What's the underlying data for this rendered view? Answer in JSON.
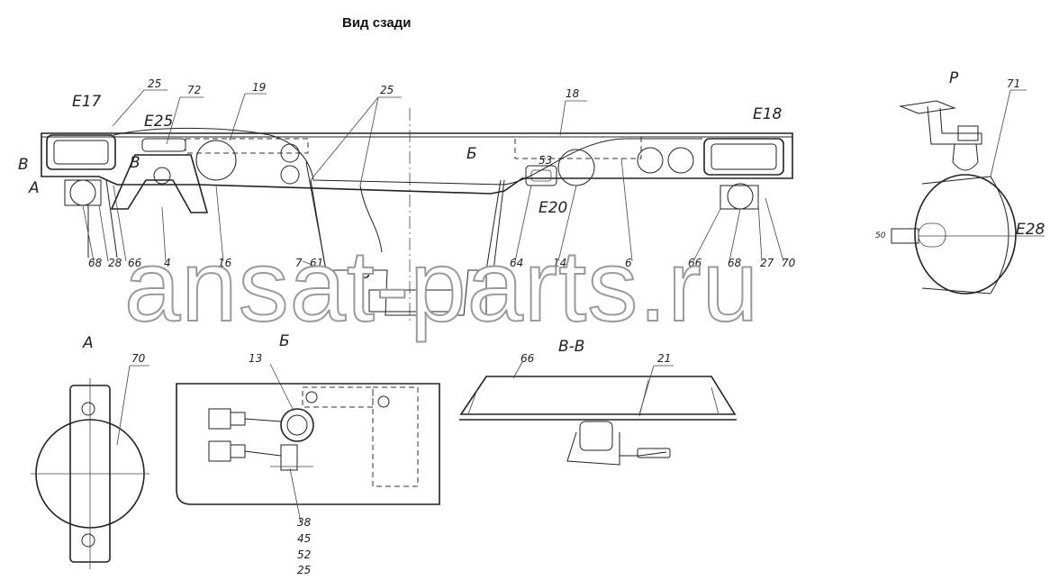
{
  "title": "Вид сзади",
  "watermark": "ansat-parts.ru",
  "top_labels": {
    "e17": "Е17",
    "e18": "Е18",
    "e25": "Е25",
    "e20": "Е20",
    "e28": "Е28",
    "n25a": "25",
    "n72": "72",
    "n19": "19",
    "n25b": "25",
    "n18": "18",
    "n71": "71",
    "n53": "53",
    "n50": "50",
    "sec_b": "Б",
    "sec_v": "В",
    "sec_v2": "В",
    "sec_a": "А",
    "sec_r": "Р",
    "sec_r2": "Р",
    "b68": "68",
    "b28": "28",
    "b66": "66",
    "b4": "4",
    "b16": "16",
    "b7": "7",
    "b61": "61",
    "b64": "64",
    "b14": "14",
    "b6": "6",
    "b66r": "66",
    "b68r": "68",
    "b27": "27",
    "b70": "70"
  },
  "details": {
    "view_a": "А",
    "view_b": "Б",
    "view_vv": "В-В",
    "n70": "70",
    "n13": "13",
    "n66": "66",
    "n21": "21",
    "n38": "38",
    "n45": "45",
    "n52": "52",
    "n25": "25"
  }
}
